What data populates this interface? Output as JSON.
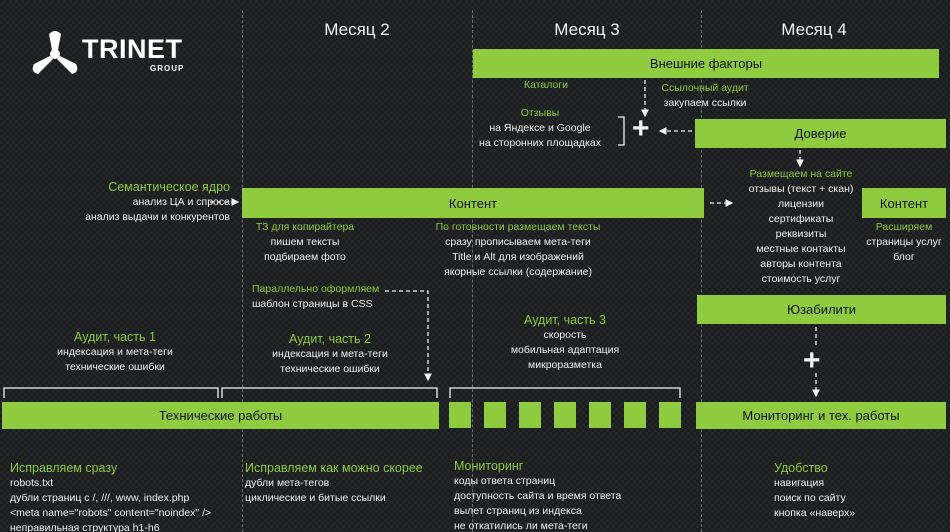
{
  "logo": {
    "name": "TRINET",
    "sub": "GROUP"
  },
  "months": {
    "m2": "Месяц 2",
    "m3": "Месяц 3",
    "m4": "Месяц 4"
  },
  "bars": {
    "external": "Внешние факторы",
    "trust": "Доверие",
    "content": "Контент",
    "content_right": "Контент",
    "usability": "Юзабилити",
    "technical": "Технические работы",
    "monitoring": "Мониторинг и тех. работы"
  },
  "catalogs": "Каталоги",
  "reviews": {
    "title": "Отзывы",
    "lines": [
      "на Яндексе и Google",
      "на сторонних площадках"
    ]
  },
  "links_audit": {
    "title": "Ссылочный аудит",
    "lines": [
      "закупаем ссылки"
    ]
  },
  "semantic": {
    "title": "Семантическое ядро",
    "lines": [
      "анализ ЦА и спроса",
      "анализ выдачи и конкурентов"
    ]
  },
  "tz": {
    "title": "ТЗ для копирайтера",
    "lines": [
      "пишем тексты",
      "подбираем фото"
    ]
  },
  "publish": {
    "title": "По готовности размещаем тексты",
    "lines": [
      "сразу прописываем мета-теги",
      "Title и Alt для изображений",
      "якорные ссылки (содержание)"
    ]
  },
  "parallel": {
    "title": "Параллельно оформляем",
    "lines": [
      "шаблон страницы в CSS"
    ]
  },
  "site_place": {
    "title": "Размещаем на сайте",
    "lines": [
      "отзывы (текст + скан)",
      "лицензии",
      "сертификаты",
      "реквизиты",
      "местные контакты",
      "авторы контента",
      "стоимость услуг"
    ]
  },
  "expand": {
    "title": "Расширяем",
    "lines": [
      "страницы услуг",
      "блог"
    ]
  },
  "audit1": {
    "title": "Аудит, часть 1",
    "lines": [
      "индексация и мета-теги",
      "технические ошибки"
    ]
  },
  "audit2": {
    "title": "Аудит, часть 2",
    "lines": [
      "индексация и мета-теги",
      "технические ошибки"
    ]
  },
  "audit3": {
    "title": "Аудит, часть 3",
    "lines": [
      "скорость",
      "мобильная адаптация",
      "микроразметка"
    ]
  },
  "fix_now": {
    "title": "Исправляем сразу",
    "lines": [
      "robots.txt",
      "дубли страниц с /, ///, www, index.php",
      "<meta name=\"robots\" content=\"noindex\" />",
      "неправильная структура h1-h6"
    ]
  },
  "fix_soon": {
    "title": "Исправляем как можно скорее",
    "lines": [
      "дубли мета-тегов",
      "циклические и битые ссылки"
    ]
  },
  "monitoring": {
    "title": "Мониторинг",
    "lines": [
      "коды ответа страниц",
      "доступность сайта и время ответа",
      "вылет страниц из индекса",
      "не откатились ли мета-теги"
    ]
  },
  "comfort": {
    "title": "Удобство",
    "lines": [
      "навигация",
      "поиск по сайту",
      "кнопка «наверх»"
    ]
  },
  "plus_sign": "+",
  "colors": {
    "accent": "#8ecb3f",
    "background": "#1c1d1e",
    "text": "#f2f2f2",
    "divider": "#6a6c6e"
  }
}
